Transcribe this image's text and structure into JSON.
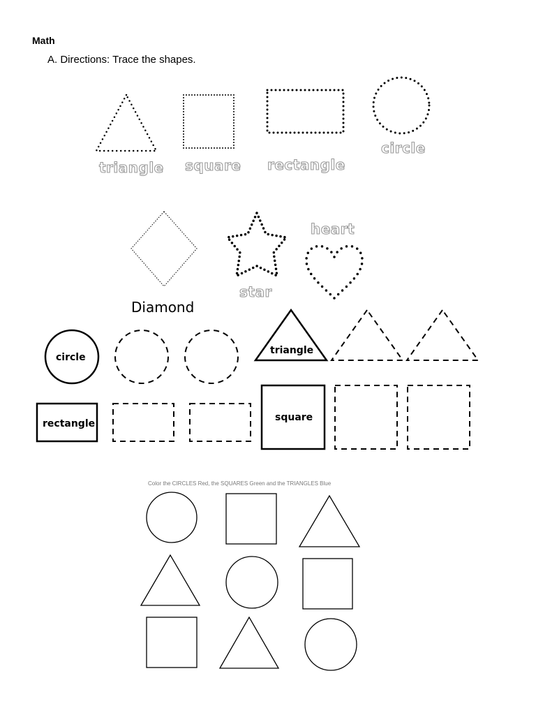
{
  "page": {
    "heading": "Math",
    "directions": "A. Directions: Trace the shapes."
  },
  "trace_shapes": {
    "row1": [
      "triangle",
      "square",
      "rectangle",
      "circle"
    ],
    "row2": {
      "diamond": "Diamond",
      "star": "star",
      "heart": "heart"
    }
  },
  "practice_rows": {
    "circle": "circle",
    "triangle": "triangle",
    "rectangle": "rectangle",
    "square": "square"
  },
  "coloring": {
    "instruction": "Color the CIRCLES Red, the SQUARES  Green and the TRIANGLES Blue"
  }
}
